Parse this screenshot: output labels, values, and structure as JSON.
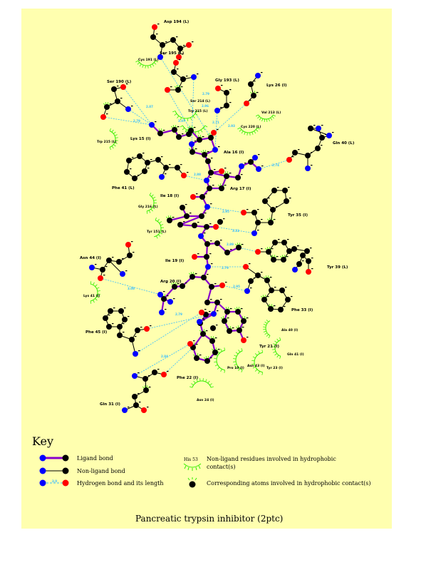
{
  "title": "Pancreatic trypsin inhibitor (2ptc)",
  "colors": {
    "background": "#ffffaf",
    "carbon": "#000000",
    "nitrogen": "#0000ff",
    "oxygen": "#ff0000",
    "ligand_bond": "#8800cc",
    "nonligand_bond": "#000000",
    "hbond": "#33bbff",
    "hydrophobic": "#33ee00"
  },
  "ligand_residues": [
    {
      "name": "Lys 15 (I)"
    },
    {
      "name": "Ala 16 (I)"
    },
    {
      "name": "Arg 17 (I)"
    },
    {
      "name": "Ile 18 (I)"
    },
    {
      "name": "Ile 19 (I)"
    },
    {
      "name": "Arg 20 (I)"
    },
    {
      "name": "Tyr 21 (I)"
    },
    {
      "name": "Phe 22 (I)"
    }
  ],
  "nonligand_residues": [
    {
      "name": "Asp 194 (L)"
    },
    {
      "name": "Ser 195 (L)"
    },
    {
      "name": "Ser 190 (L)"
    },
    {
      "name": "Gly 193 (L)"
    },
    {
      "name": "Lys 26 (I)"
    },
    {
      "name": "Gln 40 (L)"
    },
    {
      "name": "Phe 41 (L)"
    },
    {
      "name": "Tyr 35 (I)"
    },
    {
      "name": "Tyr 39 (L)"
    },
    {
      "name": "Asn 44 (I)"
    },
    {
      "name": "Phe 33 (I)"
    },
    {
      "name": "Phe 45 (I)"
    },
    {
      "name": "Gln 31 (I)"
    }
  ],
  "hydrophobic_residues": [
    {
      "name": "Cys 191 (L)"
    },
    {
      "name": "Ser 214 (L)"
    },
    {
      "name": "Trp 215 (L)"
    },
    {
      "name": "Val 213 (L)"
    },
    {
      "name": "Cys 220 (L)"
    },
    {
      "name": "Trp 215 (L)"
    },
    {
      "name": "Gly 216 (L)"
    },
    {
      "name": "Tyr 151 (L)"
    },
    {
      "name": "Lys 41 (I)"
    },
    {
      "name": "Ala 40 (I)"
    },
    {
      "name": "Gln 41 (I)"
    },
    {
      "name": "Pro 13 (I)"
    },
    {
      "name": "Asn 43 (I)"
    },
    {
      "name": "Tyr 23 (I)"
    },
    {
      "name": "Asn 24 (I)"
    }
  ],
  "hbond_lengths": [
    {
      "value": "2.87"
    },
    {
      "value": "2.79"
    },
    {
      "value": "3.07"
    },
    {
      "value": "2.79"
    },
    {
      "value": "2.96"
    },
    {
      "value": "2.71"
    },
    {
      "value": "2.93"
    },
    {
      "value": "2.88"
    },
    {
      "value": "2.74"
    },
    {
      "value": "2.95"
    },
    {
      "value": "3.22"
    },
    {
      "value": "2.89"
    },
    {
      "value": "2.79"
    },
    {
      "value": "2.95"
    },
    {
      "value": "3.08"
    },
    {
      "value": "2.79"
    },
    {
      "value": "2.84"
    }
  ],
  "key": {
    "title": "Key",
    "ligand_bond": "Ligand bond",
    "nonligand_bond": "Non-ligand bond",
    "hbond": "Hydrogen bond and its length",
    "hbond_sample": "3.0",
    "hydrophobic_example": "His 53",
    "hydrophobic_residues": "Non-ligand residues involved in hydrophobic",
    "hydrophobic_residues_2": "contact(s)",
    "hydrophobic_atoms": "Corresponding atoms involved in hydrophobic contact(s)"
  }
}
